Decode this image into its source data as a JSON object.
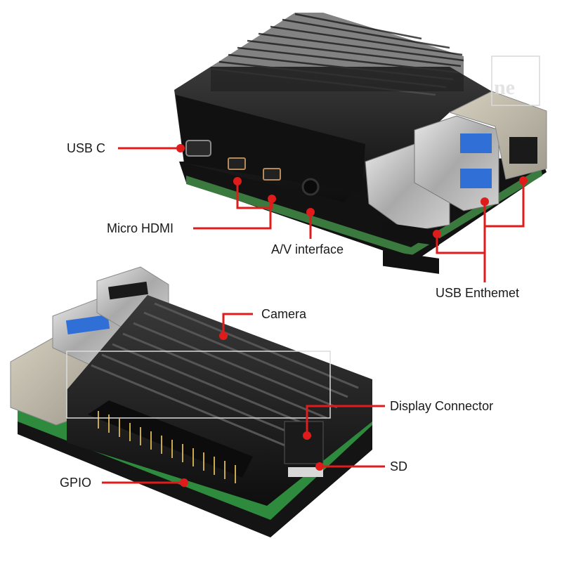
{
  "labels": {
    "usb_c": "USB C",
    "micro_hdmi": "Micro HDMI",
    "av_interface": "A/V interface",
    "usb_ethernet": "USB Enthemet",
    "camera": "Camera",
    "display_connector": "Display Connector",
    "sd": "SD",
    "gpio": "GPIO"
  },
  "watermark": "ne",
  "colors": {
    "callout": "#e01b1b",
    "case": "#1c1c1c",
    "pcb": "#1f8a3c"
  }
}
